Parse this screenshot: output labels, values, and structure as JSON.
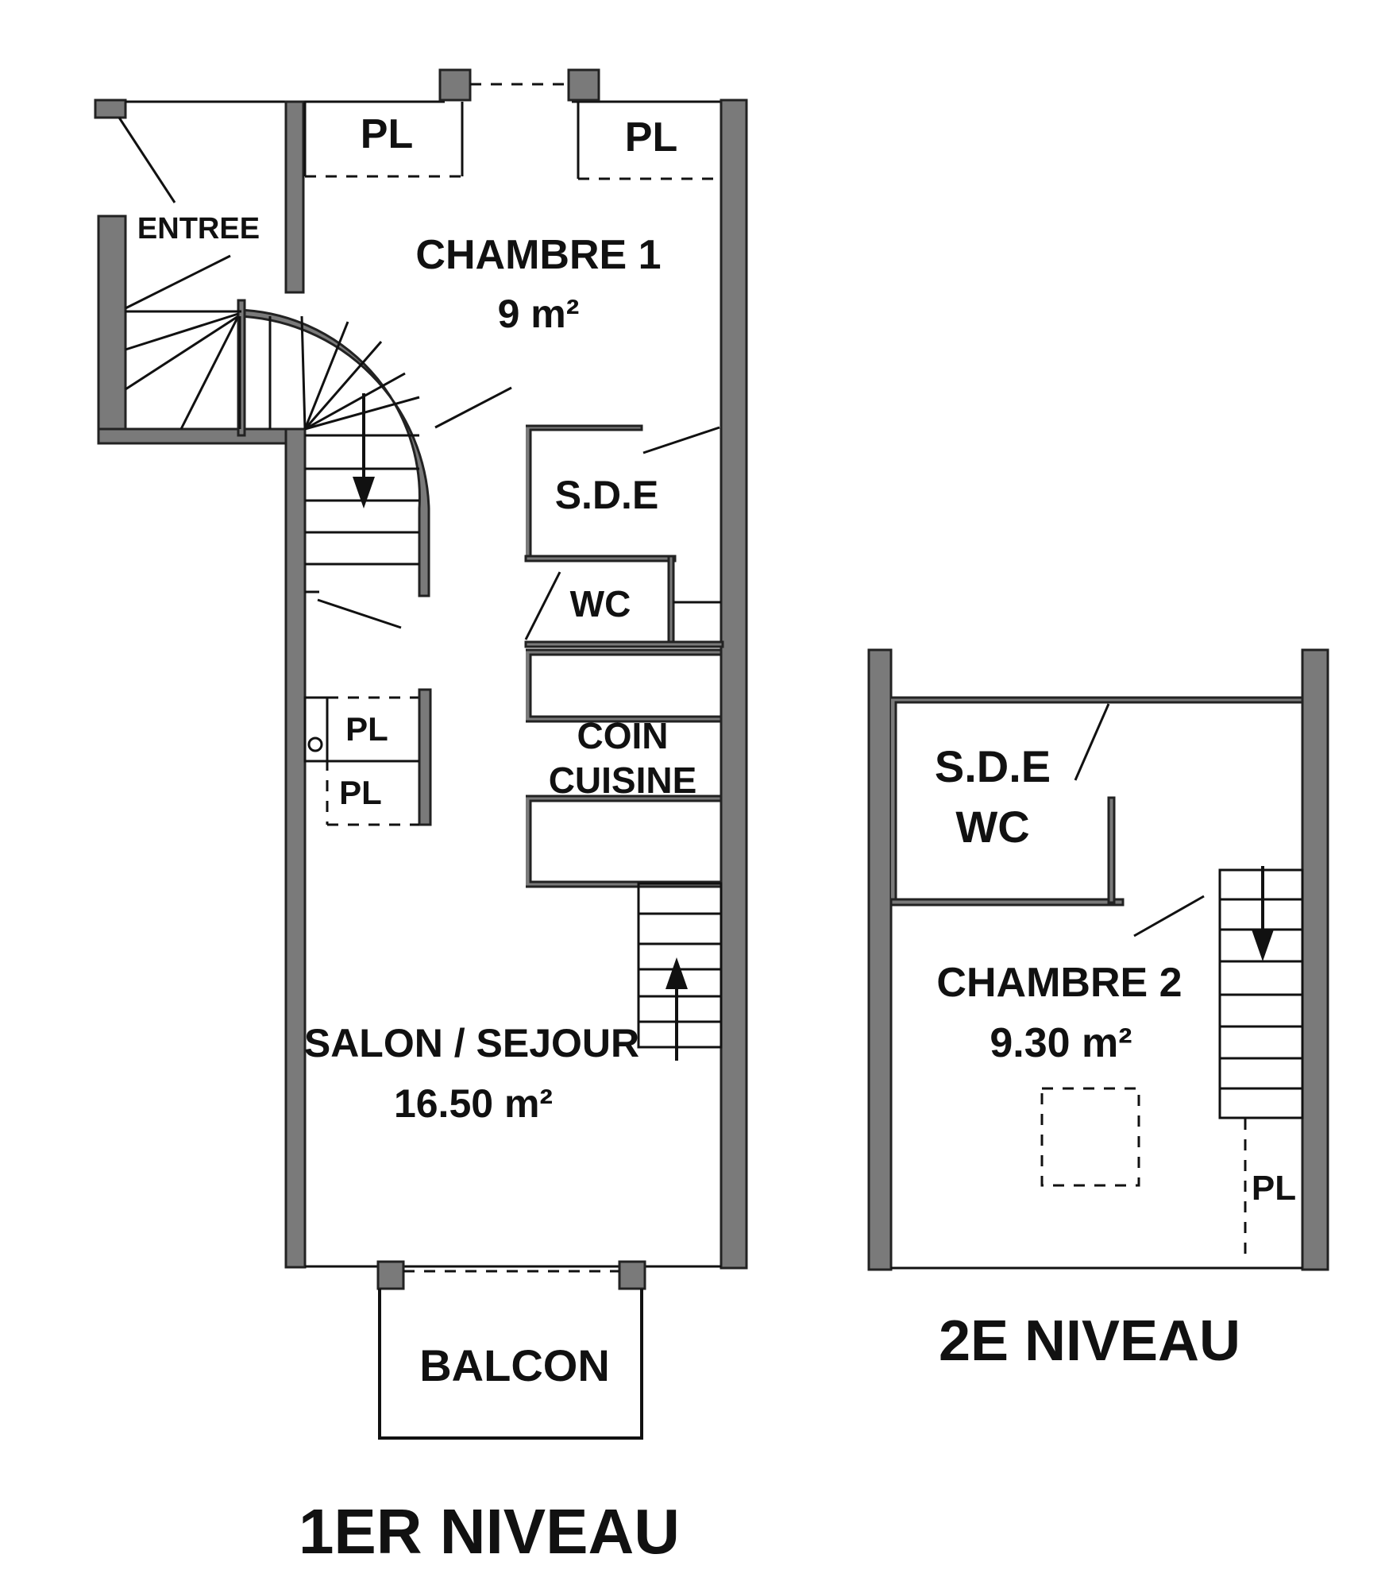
{
  "level1": {
    "title": "1ER NIVEAU",
    "rooms": {
      "entree": "ENTREE",
      "chambre1_name": "CHAMBRE 1",
      "chambre1_area": "9 m²",
      "sde": "S.D.E",
      "wc": "WC",
      "coin": "COIN",
      "cuisine": "CUISINE",
      "salon_name": "SALON / SEJOUR",
      "salon_area": "16.50 m²",
      "balcon": "BALCON"
    },
    "closets": [
      "PL",
      "PL",
      "PL",
      "PL"
    ]
  },
  "level2": {
    "title": "2E NIVEAU",
    "rooms": {
      "sde": "S.D.E",
      "wc": "WC",
      "chambre2_name": "CHAMBRE 2",
      "chambre2_area": "9.30 m²"
    },
    "closets": [
      "PL"
    ]
  },
  "colors": {
    "wall": "#7a7a7a",
    "line": "#111111",
    "background": "#ffffff"
  }
}
